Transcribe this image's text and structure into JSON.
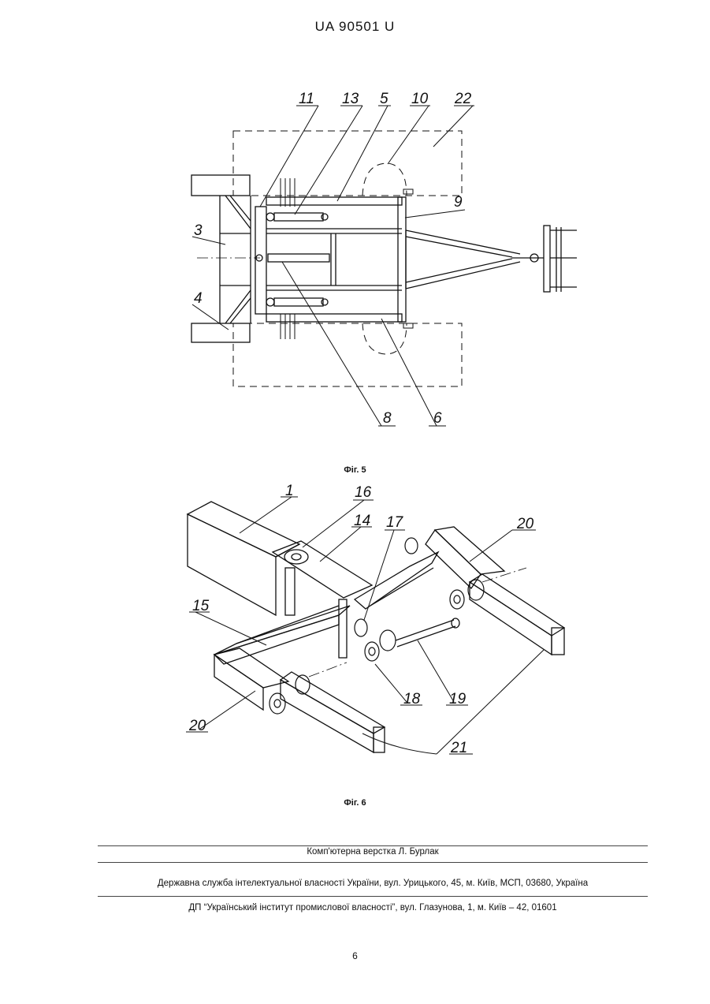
{
  "header": {
    "patent_number": "UA   90501   U"
  },
  "figure5": {
    "caption": "Фіг. 5",
    "labels": {
      "l11": "11",
      "l13": "13",
      "l5": "5",
      "l10": "10",
      "l22": "22",
      "l9": "9",
      "l3": "3",
      "l4": "4",
      "l8": "8",
      "l6": "6"
    }
  },
  "figure6": {
    "caption": "Фіг. 6",
    "labels": {
      "l1": "1",
      "l16": "16",
      "l14": "14",
      "l17": "17",
      "l20a": "20",
      "l15": "15",
      "l18": "18",
      "l19": "19",
      "l20b": "20",
      "l21": "21"
    }
  },
  "footer": {
    "layout_credit": "Комп'ютерна верстка Л. Бурлак",
    "agency": "Державна служба інтелектуальної власності України, вул. Урицького, 45, м. Київ, МСП, 03680, Україна",
    "institute": "ДП “Український інститут промислової власності”, вул. Глазунова, 1, м. Київ – 42, 01601"
  },
  "page_number": "6"
}
